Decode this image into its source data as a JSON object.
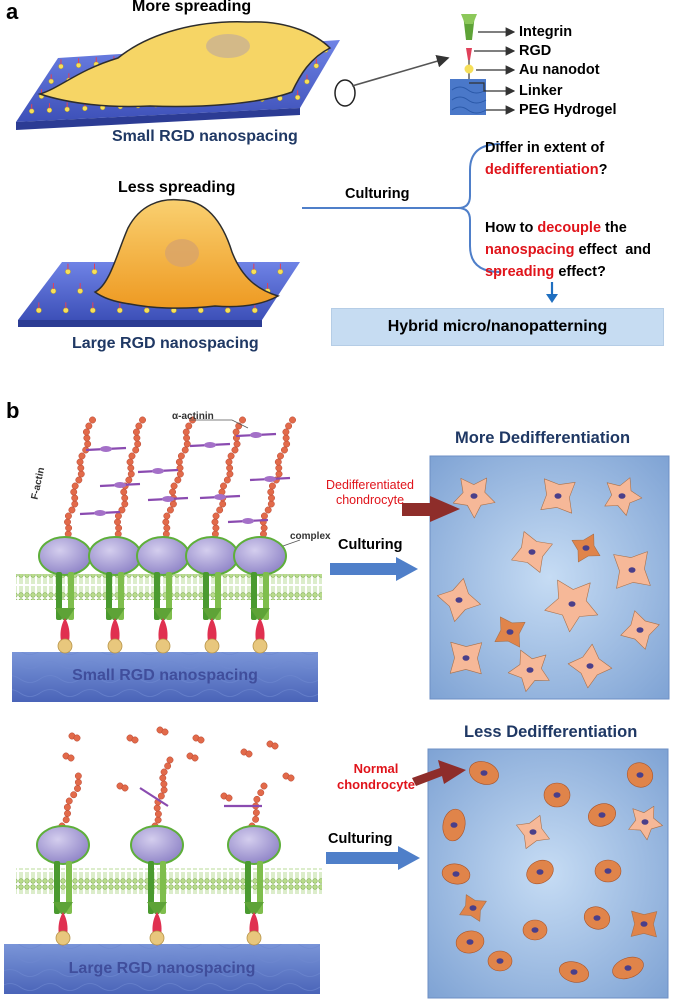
{
  "colors": {
    "platform_blue": "#5568d6",
    "cell_yellow": "#f6d565",
    "cell_orange": "#f2a32a",
    "nucleus": "#ccb48e",
    "arrow_blue": "#4f7fc9",
    "dark_arrow": "#8e2d2a",
    "red_text": "#e0141b",
    "culture_bg": "#8eb1dc",
    "dediff_cell": "#f6b898",
    "normal_cell": "#e0844a",
    "integrin_green": "#5ea337",
    "rgd_red": "#e03050",
    "au_gold": "#e8c77d",
    "talin_purple": "#a49bd4"
  },
  "panel_a": {
    "label": "a",
    "top_cell_caption": "More spreading",
    "top_substrate_caption": "Small RGD nanospacing",
    "bottom_cell_caption": "Less spreading",
    "bottom_substrate_caption": "Large RGD nanospacing",
    "legend": [
      "Integrin",
      "RGD",
      "Au nanodot",
      "Linker",
      "PEG Hydrogel"
    ],
    "culturing_label": "Culturing",
    "q1": {
      "line1": "Differ in extent of",
      "highlight": "dedifferentiation",
      "end": "?"
    },
    "q2": {
      "pre": "How to ",
      "decouple": "decouple",
      "the": " the",
      "nanospacing": "nanospacing",
      "effect_and": " effect  and",
      "spreading": "spreading",
      "effect_end": " effect?"
    },
    "hybrid_box": "Hybrid micro/nanopatterning"
  },
  "panel_b": {
    "label": "b",
    "actinin_label": "α-actinin",
    "factin_label": "F-actin",
    "complex_label": "complex",
    "top_substrate": "Small RGD nanospacing",
    "bottom_substrate": "Large RGD nanospacing",
    "culturing_top": "Culturing",
    "culturing_bottom": "Culturing",
    "top_culture_title": "More Dedifferentiation",
    "bottom_culture_title": "Less Dedifferentiation",
    "top_cell_note": [
      "Dedifferentiated",
      "chondrocyte"
    ],
    "bottom_cell_note": [
      "Normal",
      "chondrocyte"
    ]
  }
}
